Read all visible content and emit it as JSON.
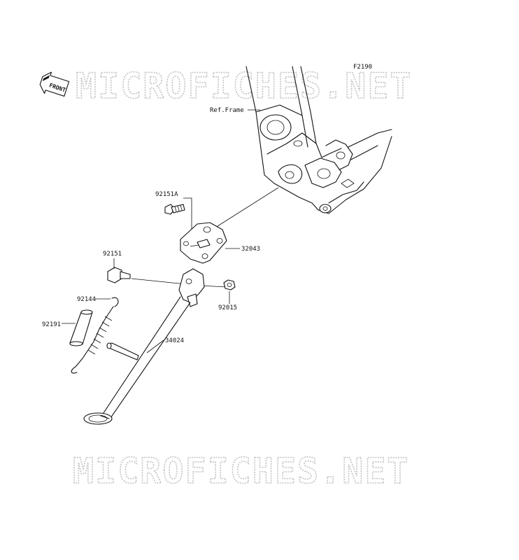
{
  "diagram": {
    "figure_code": "F2190",
    "front_indicator": "FRONT",
    "ref_frame_label": "Ref.Frame",
    "watermark_text": "MICROFICHES.NET",
    "parts": [
      {
        "id": "92151A"
      },
      {
        "id": "32043"
      },
      {
        "id": "92151"
      },
      {
        "id": "92015"
      },
      {
        "id": "92144"
      },
      {
        "id": "92191"
      },
      {
        "id": "34024"
      }
    ]
  },
  "colors": {
    "line": "#111111",
    "watermark": "#c4c4c4",
    "background": "#ffffff"
  }
}
